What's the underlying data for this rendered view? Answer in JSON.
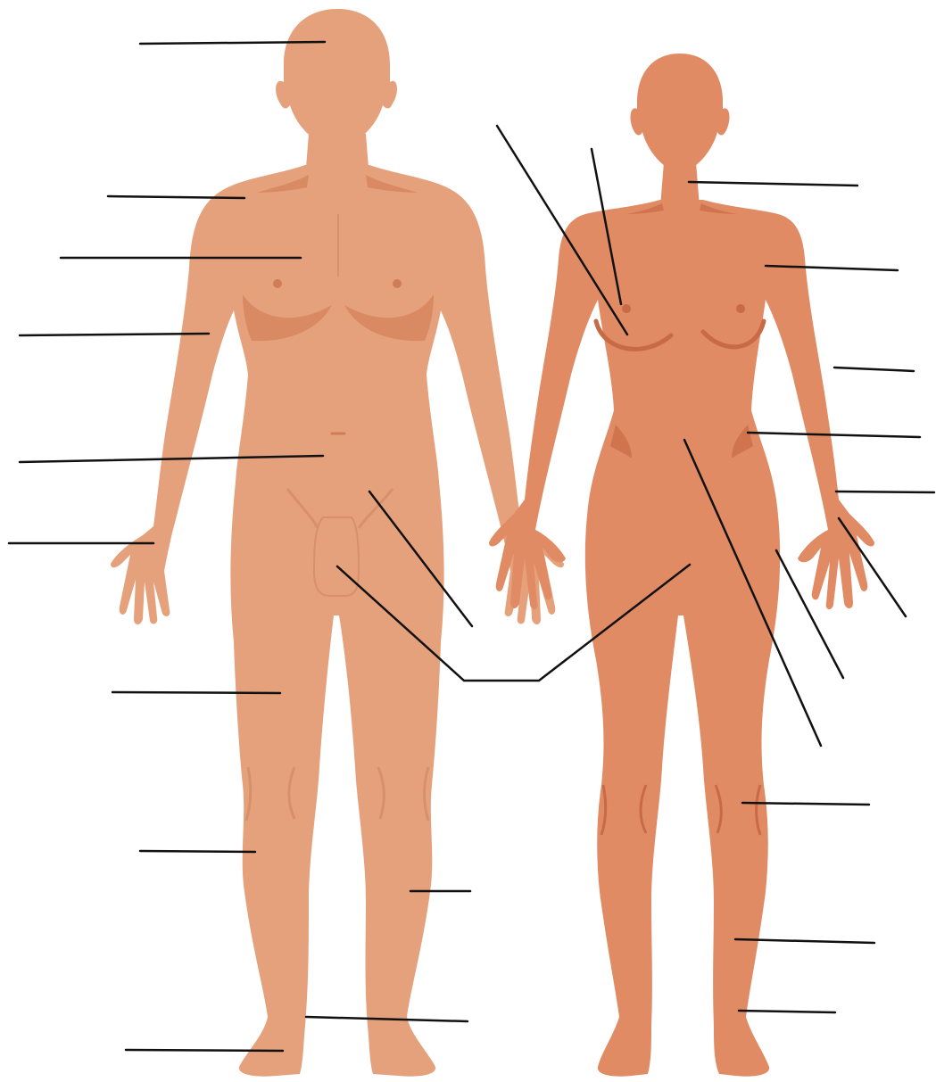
{
  "colors": {
    "male_skin": "#e5a17c",
    "male_shade": "#d98a63",
    "male_line": "#cf7d57",
    "female_skin": "#e08b64",
    "female_shade": "#cf744d",
    "female_line": "#c86a45",
    "leader_line": "#111111",
    "background": "#ffffff"
  },
  "figures": [
    {
      "id": "male",
      "description_key": "male-figure"
    },
    {
      "id": "female",
      "description_key": "female-figure"
    }
  ],
  "label_blanks_count": 26
}
